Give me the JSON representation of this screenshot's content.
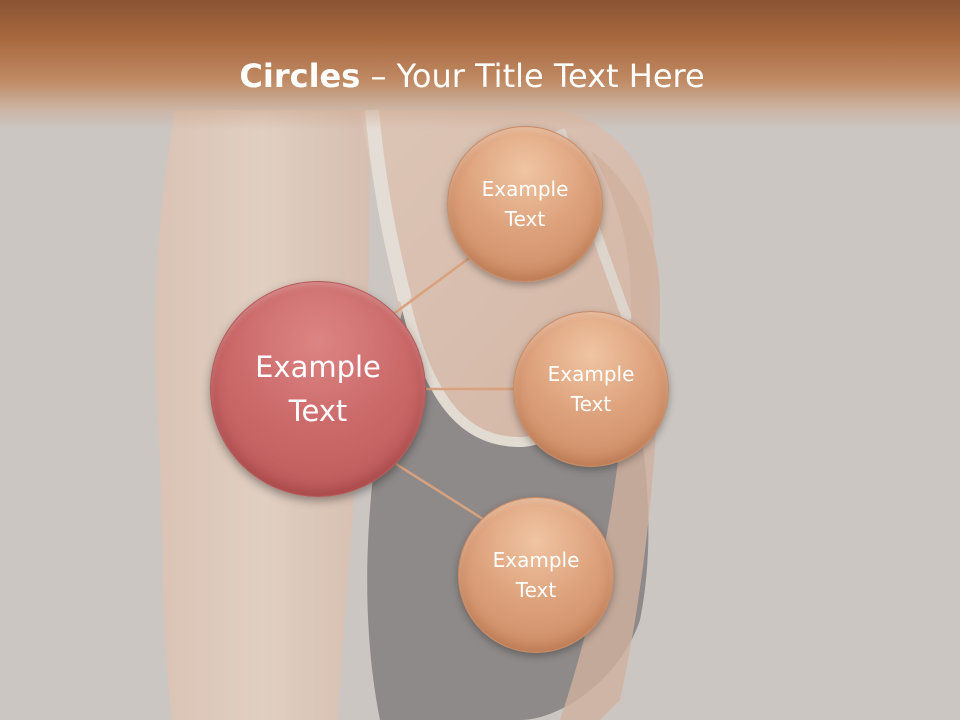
{
  "title": {
    "bold": "Circles",
    "rest": " – Your Title Text Here"
  },
  "center": {
    "text": "Example\nText"
  },
  "nodes": [
    {
      "text": "Example\nText"
    },
    {
      "text": "Example\nText"
    },
    {
      "text": "Example\nText"
    }
  ],
  "colors": {
    "title_band": "#a8683e",
    "center_circle": "#cc6a6a",
    "outer_circles": "#dca07a",
    "connector": "#d9a27e",
    "background": "#cbc6c2"
  },
  "background_image": "faded photo of a woman in a dark sports bra (torso and arm)"
}
